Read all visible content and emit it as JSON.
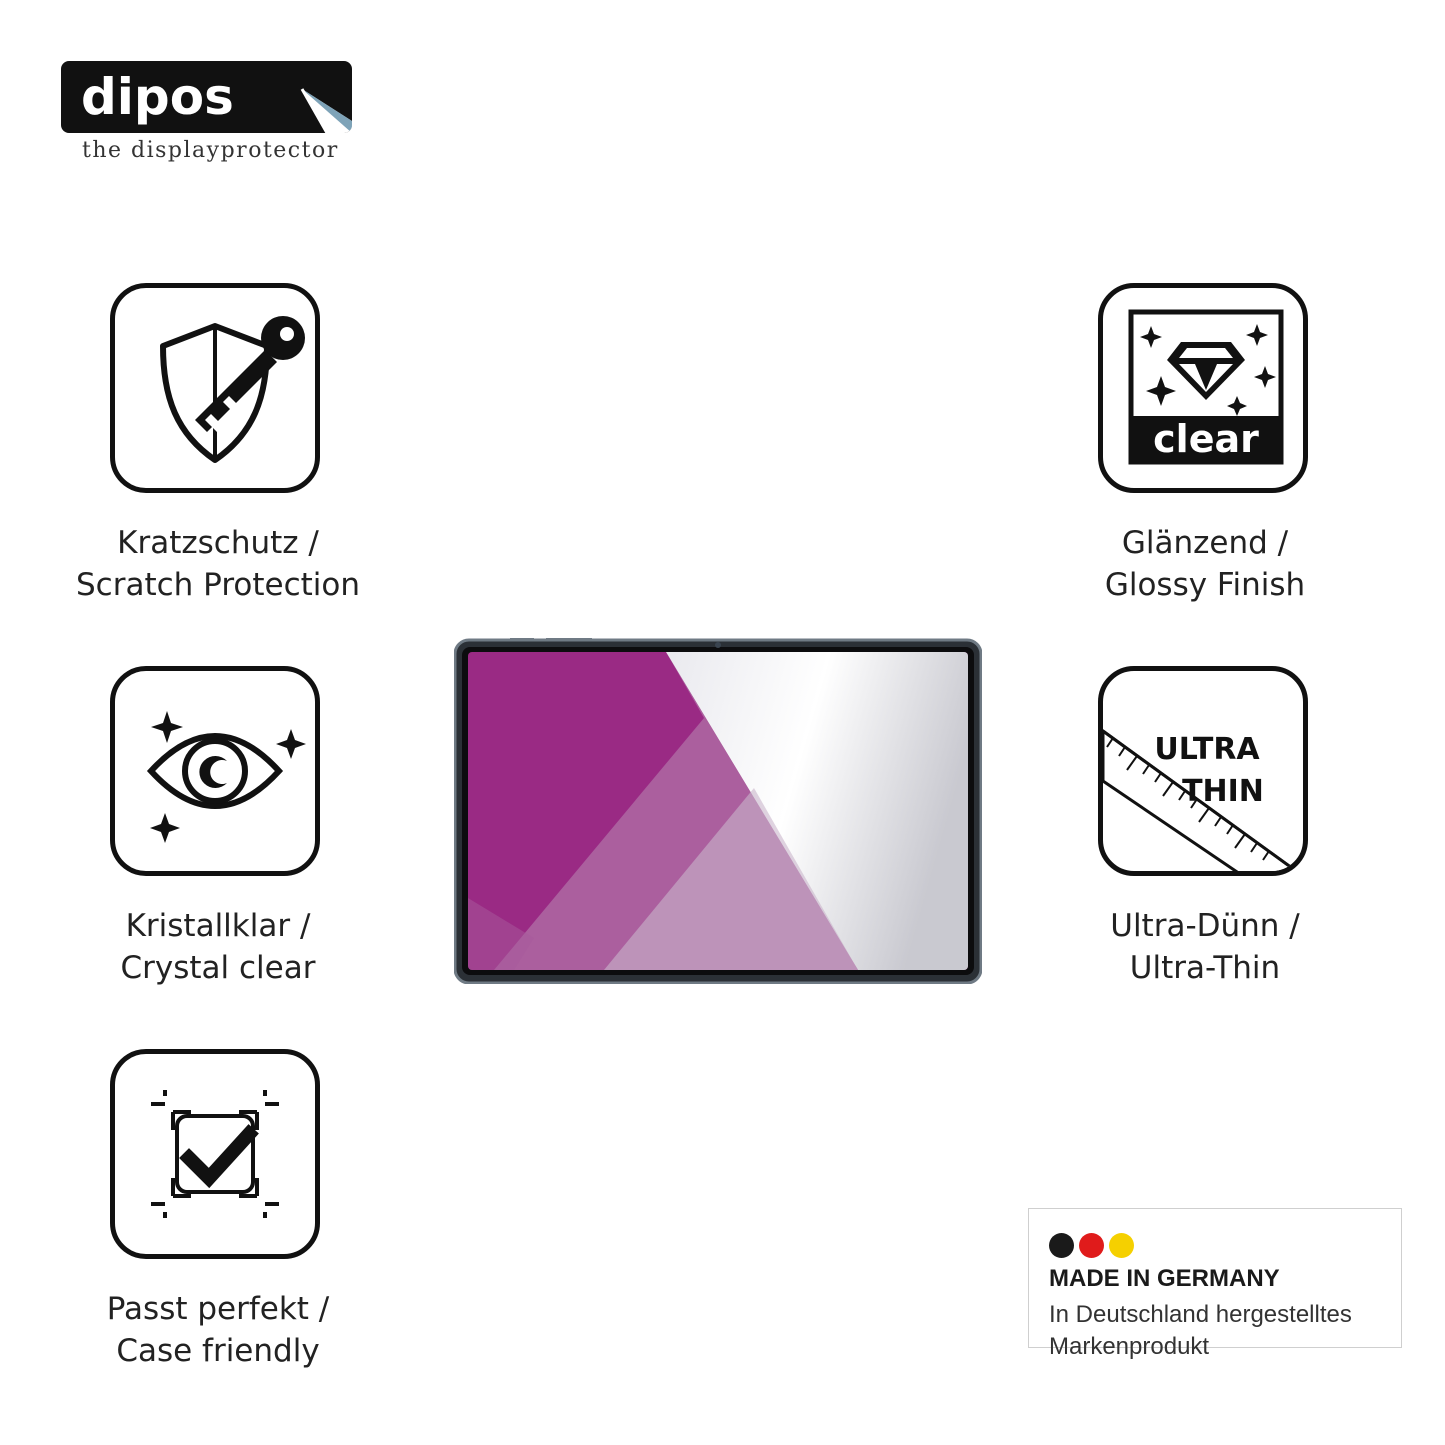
{
  "logo": {
    "wordmark": "dipos",
    "tagline": "the displayprotector"
  },
  "features": [
    {
      "icon": "shield-key-icon",
      "line1": "Kratzschutz /",
      "line2": "Scratch Protection"
    },
    {
      "icon": "eye-sparkle-icon",
      "line1": "Kristallklar /",
      "line2": "Crystal clear"
    },
    {
      "icon": "frame-check-icon",
      "line1": "Passt perfekt /",
      "line2": "Case friendly"
    },
    {
      "icon": "diamond-clear-icon",
      "icon_text": "clear",
      "line1": "Glänzend /",
      "line2": "Glossy Finish"
    },
    {
      "icon": "ultra-thin-ruler-icon",
      "icon_text_1": "ULTRA",
      "icon_text_2": "THIN",
      "line1": "Ultra-Dünn /",
      "line2": "Ultra-Thin"
    }
  ],
  "badge": {
    "title": "MADE IN GERMANY",
    "line1": "In Deutschland hergestelltes",
    "line2": "Markenprodukt",
    "flag_colors": [
      "#1a1a1a",
      "#e01b1b",
      "#f5d000"
    ]
  },
  "colors": {
    "screen_magenta": "#9a2a84",
    "tablet_frame": "#6f7a84"
  }
}
